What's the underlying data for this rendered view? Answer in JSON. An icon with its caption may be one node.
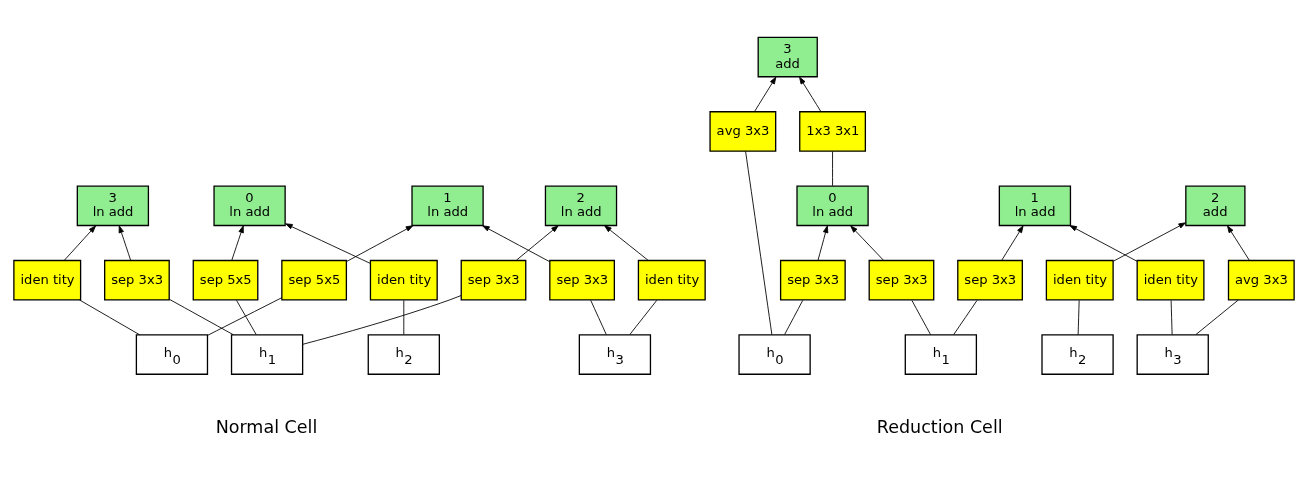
{
  "diagram": {
    "nodes": [
      {
        "text": [
          "1",
          "ln add"
        ]
      },
      {
        "text": [
          "2",
          "ln add"
        ]
      },
      {
        "text": [
          "3",
          "ln add"
        ]
      },
      {
        "text": [
          "sep 5x5"
        ]
      },
      {
        "text": [
          "sep 3x3"
        ]
      },
      {
        "text": [
          "sep 3x3"
        ]
      },
      {
        "text": [
          "iden tity"
        ]
      },
      {
        "text": [
          "iden tity"
        ]
      },
      {
        "text": [
          "sep 3x3"
        ]
      },
      {
        "text": [
          "0",
          "ln add"
        ]
      },
      {
        "text": [
          "sep 5x5"
        ]
      },
      {
        "text": [
          "iden tity"
        ]
      },
      {
        "text": [
          "h$_{0}$"
        ]
      },
      {
        "text": [
          "h$_{1}$"
        ]
      },
      {
        "text": [
          "h$_{2}$"
        ]
      },
      {
        "text": [
          "h$_{3}$"
        ]
      },
      {
        "text": [
          "3",
          "add"
        ]
      },
      {
        "text": [
          "1",
          "ln add"
        ]
      },
      {
        "text": [
          "avg 3x3"
        ]
      },
      {
        "text": [
          "1x3 3x1"
        ]
      },
      {
        "text": [
          "0",
          "ln add"
        ]
      },
      {
        "text": [
          "sep 3x3"
        ]
      },
      {
        "text": [
          "iden tity"
        ]
      },
      {
        "text": [
          "2",
          "add"
        ]
      },
      {
        "text": [
          "sep 3x3"
        ]
      },
      {
        "text": [
          "sep 3x3"
        ]
      },
      {
        "text": [
          "iden tity"
        ]
      },
      {
        "text": [
          "avg 3x3"
        ]
      },
      {
        "text": [
          "h$_{0}$"
        ]
      },
      {
        "text": [
          "h$_{1}$"
        ]
      },
      {
        "text": [
          "h$_{2}$"
        ]
      },
      {
        "text": [
          "h$_{3}$"
        ]
      }
    ],
    "edges": [
      {
        "from": 12,
        "to": 7,
        "arrow": "none"
      },
      {
        "from": 7,
        "to": 2,
        "arrow": "to"
      },
      {
        "from": 13,
        "to": 8,
        "arrow": "none"
      },
      {
        "from": 8,
        "to": 2,
        "arrow": "to"
      },
      {
        "from": 12,
        "to": 3,
        "arrow": "none"
      },
      {
        "from": 3,
        "to": 0,
        "arrow": "to"
      },
      {
        "from": 15,
        "to": 4,
        "arrow": "none"
      },
      {
        "from": 4,
        "to": 0,
        "arrow": "to"
      },
      {
        "from": 13,
        "to": 5,
        "arrow": "none"
      },
      {
        "from": 5,
        "to": 1,
        "arrow": "to"
      },
      {
        "from": 15,
        "to": 6,
        "arrow": "none"
      },
      {
        "from": 6,
        "to": 1,
        "arrow": "to"
      },
      {
        "from": 13,
        "to": 10,
        "arrow": "none"
      },
      {
        "from": 10,
        "to": 9,
        "arrow": "to"
      },
      {
        "from": 14,
        "to": 11,
        "arrow": "none"
      },
      {
        "from": 11,
        "to": 9,
        "arrow": "to"
      },
      {
        "from": 28,
        "to": 18,
        "arrow": "none"
      },
      {
        "from": 18,
        "to": 16,
        "arrow": "to"
      },
      {
        "from": 20,
        "to": 19,
        "arrow": "none"
      },
      {
        "from": 19,
        "to": 16,
        "arrow": "to"
      },
      {
        "from": 28,
        "to": 24,
        "arrow": "none"
      },
      {
        "from": 24,
        "to": 20,
        "arrow": "to"
      },
      {
        "from": 29,
        "to": 25,
        "arrow": "none"
      },
      {
        "from": 25,
        "to": 20,
        "arrow": "to"
      },
      {
        "from": 29,
        "to": 21,
        "arrow": "none"
      },
      {
        "from": 21,
        "to": 17,
        "arrow": "to"
      },
      {
        "from": 31,
        "to": 22,
        "arrow": "none"
      },
      {
        "from": 22,
        "to": 17,
        "arrow": "to"
      },
      {
        "from": 30,
        "to": 26,
        "arrow": "none"
      },
      {
        "from": 26,
        "to": 23,
        "arrow": "to"
      },
      {
        "from": 31,
        "to": 27,
        "arrow": "none"
      },
      {
        "from": 27,
        "to": 23,
        "arrow": "to"
      }
    ],
    "labels": [
      "Normal Cell",
      "Reduction Cell"
    ]
  }
}
